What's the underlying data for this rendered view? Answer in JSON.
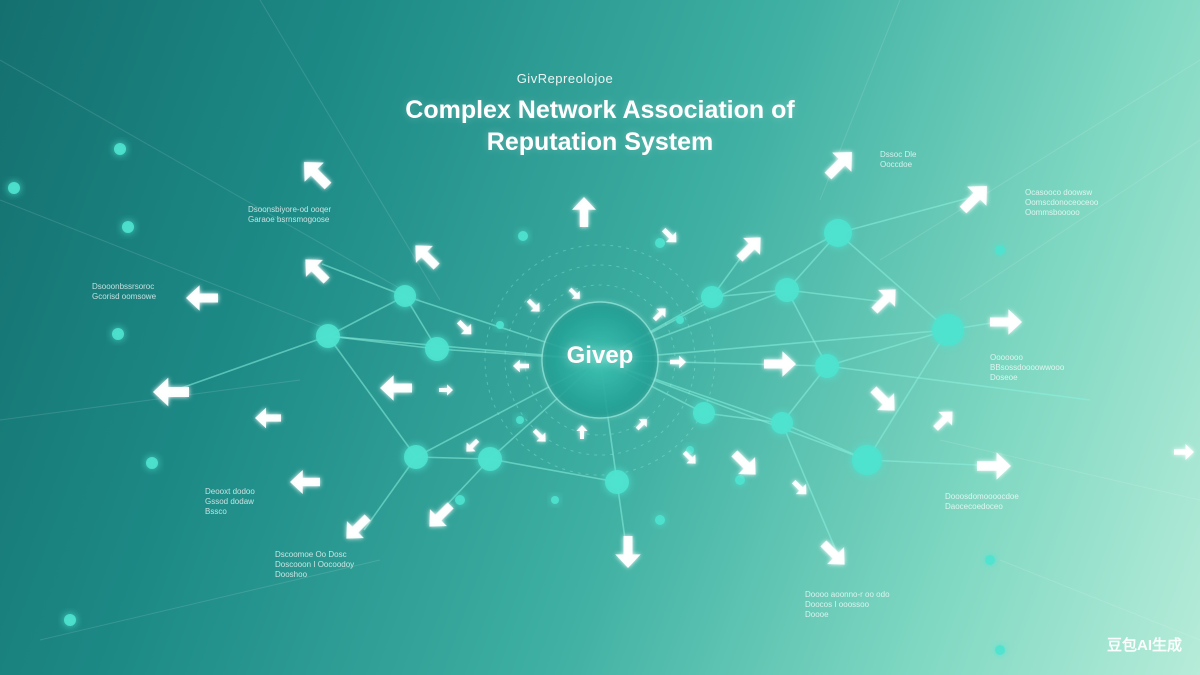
{
  "brand": "GivRepreolojoe",
  "title_line1": "Complex Network Association of",
  "title_line2": "Reputation System",
  "hub_label": "Givep",
  "watermark": "豆包AI生成",
  "colors": {
    "node": "#4ee3cf",
    "node_glow": "#8ff5e6",
    "edge": "#7fe9d9",
    "arrow": "#ffffff"
  },
  "side_labels": [
    "Dsoonsbiyore-od ooqer\nGaraoe bsrnsmogoose",
    "Dsooonbssrsoroc\nGcorisd oomsowe",
    "Deooxt dodoo\nGssod dodaw\nBssco",
    "Dscoomoe Oo Dosc\nDoscooon I Oocoodoy\nDooshoo",
    "Dssoc Dle\nOoccdoe",
    "Ocasooco doowsw\nOomscdonoceoceoo\nOommsbooooo",
    "Ooooooo\nBBsossdoooowwooo\nDoseoe",
    "Dooosdomoooocdoe\nDaocecoedoceo",
    "Doooo aoonno-r oo odo\nDoocos I ooossoo\nDoooe"
  ]
}
